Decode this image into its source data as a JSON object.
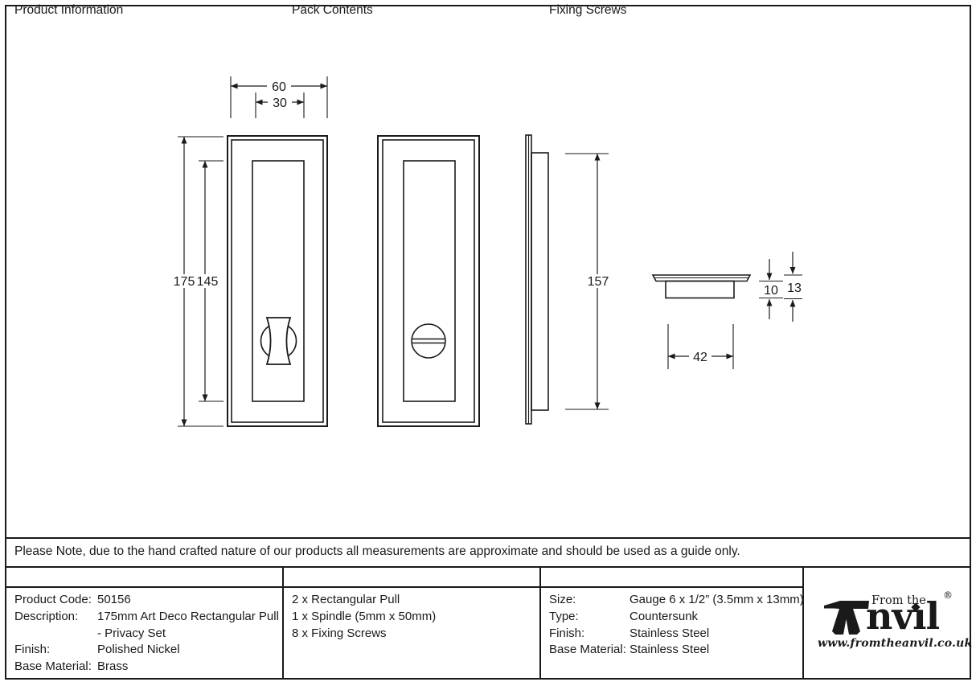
{
  "note": {
    "text": "Please Note, due to the hand crafted nature of our products all measurements are approximate and should be used as a guide only."
  },
  "drawing": {
    "dims": {
      "width_outer": "60",
      "width_inner": "30",
      "height_outer": "175",
      "height_inner": "145",
      "side_height": "157",
      "cup_width": "42",
      "cup_depth": "10",
      "total_depth": "13"
    }
  },
  "table": {
    "product_info": {
      "header": "Product Information",
      "rows": [
        {
          "label": "Product Code:",
          "value": "50156"
        },
        {
          "label": "Description:",
          "value": "175mm Art Deco Rectangular Pull - Privacy Set"
        },
        {
          "label": "Finish:",
          "value": "Polished Nickel"
        },
        {
          "label": "Base Material:",
          "value": "Brass"
        }
      ]
    },
    "pack_contents": {
      "header": "Pack Contents",
      "items": [
        "2 x Rectangular Pull",
        "1 x Spindle (5mm x 50mm)",
        "8 x Fixing Screws"
      ]
    },
    "fixing_screws": {
      "header": "Fixing Screws",
      "rows": [
        {
          "label": "Size:",
          "value": "Gauge 6 x 1/2” (3.5mm x 13mm)"
        },
        {
          "label": "Type:",
          "value": "Countersunk"
        },
        {
          "label": "Finish:",
          "value": "Stainless Steel"
        },
        {
          "label": "Base Material:",
          "value": "Stainless Steel"
        }
      ]
    }
  },
  "logo": {
    "pre": "From the",
    "name_rest": "nvıl",
    "registered": "®",
    "url": "www.fromtheanvil.co.uk"
  },
  "colors": {
    "ink": "#1a1a1a",
    "bg": "#ffffff"
  }
}
